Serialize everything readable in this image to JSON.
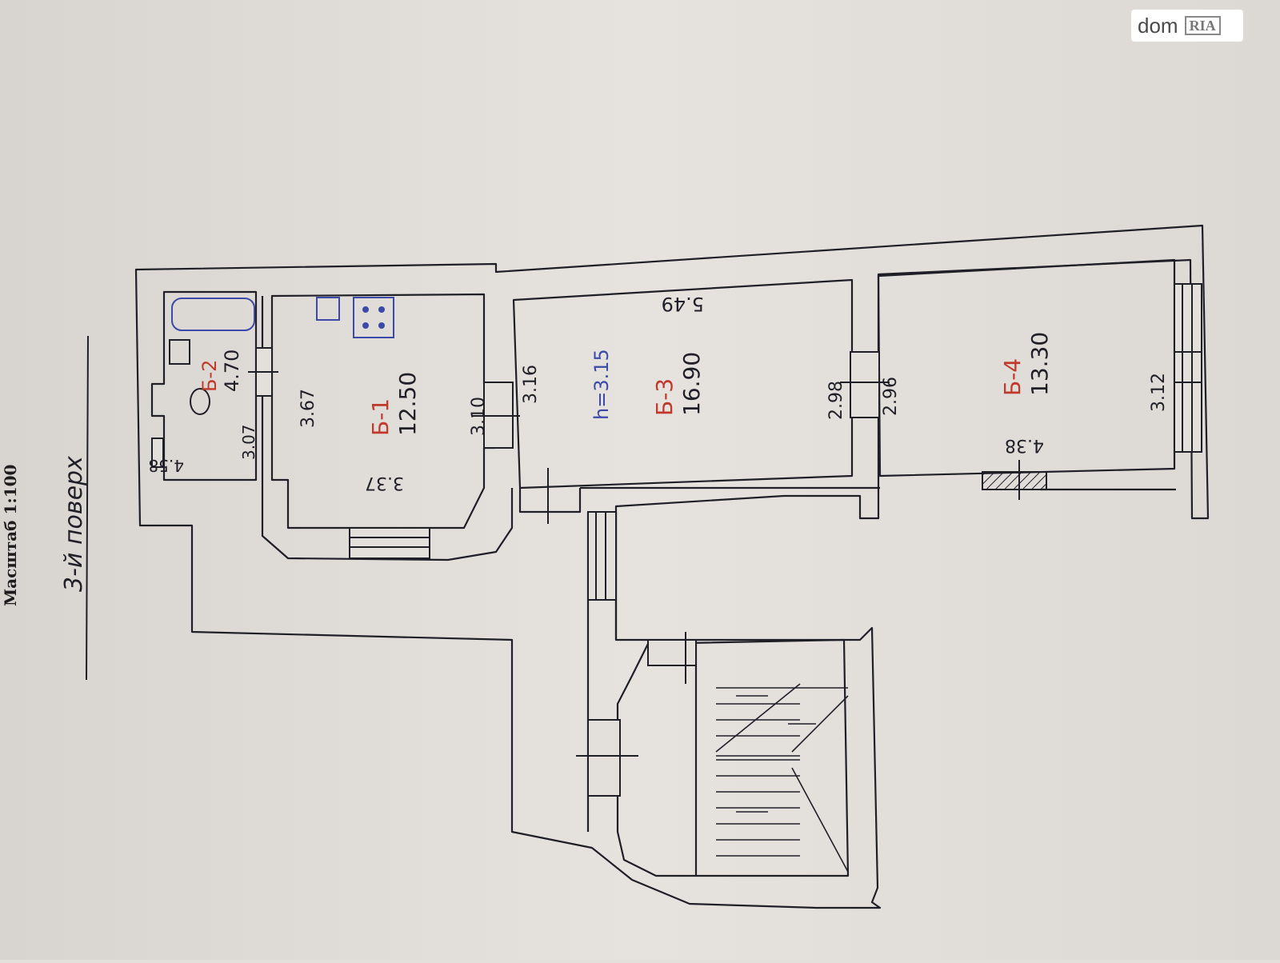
{
  "watermark": {
    "brand": "dom",
    "badge": "RIA"
  },
  "scale_label": "Масштаб 1:100",
  "floor_label": "3-й поверх",
  "rooms": [
    {
      "id": "b-2",
      "code": "Б-2",
      "area": "4.70"
    },
    {
      "id": "b-1",
      "code": "Б-1",
      "area": "12.50"
    },
    {
      "id": "b-3",
      "code": "Б-3",
      "area": "16.90"
    },
    {
      "id": "b-4",
      "code": "Б-4",
      "area": "13.30"
    }
  ],
  "dimensions": {
    "d_458": "4.58",
    "d_307": "3.07",
    "d_367": "3.67",
    "d_337": "3.37",
    "d_310": "3.10",
    "d_316": "3.16",
    "d_549": "5.49",
    "d_298": "2.98",
    "d_296": "2.96",
    "d_438": "4.38",
    "d_312": "3.12"
  },
  "ceiling_height": "h=3.15",
  "colors": {
    "paper": "#e3dfdb",
    "ink": "#1f1f28",
    "red_ink": "#c0392b",
    "blue_ink": "#3b4aa8"
  }
}
